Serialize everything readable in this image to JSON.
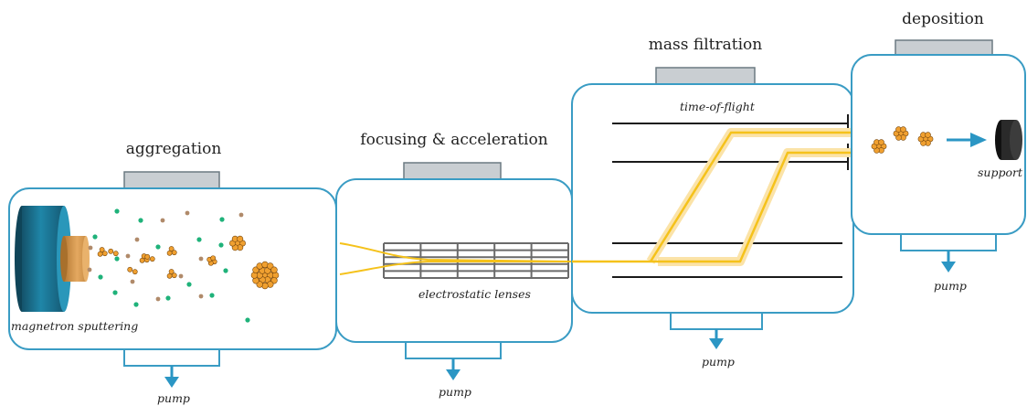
{
  "stages": {
    "aggregation": {
      "title": "aggregation",
      "source_label": "magnetron sputtering",
      "pump_label": "pump"
    },
    "focusing": {
      "title": "focusing & acceleration",
      "lens_label": "electrostatic lenses",
      "pump_label": "pump"
    },
    "filtration": {
      "title": "mass filtration",
      "tof_label": "time-of-flight",
      "pump_label": "pump"
    },
    "deposition": {
      "title": "deposition",
      "support_label": "support",
      "pump_label": "pump"
    }
  },
  "colors": {
    "chamber_stroke": "#3a9cc4",
    "flange": "#c9ced2",
    "pump_arrow": "#2b96c4",
    "beam": "#f5c21b",
    "cluster": "#f0a030",
    "dot_green": "#1fb27a",
    "dot_brown": "#b08a6a",
    "magnetron": "#1f7a9a",
    "target": "#d99a4e"
  }
}
